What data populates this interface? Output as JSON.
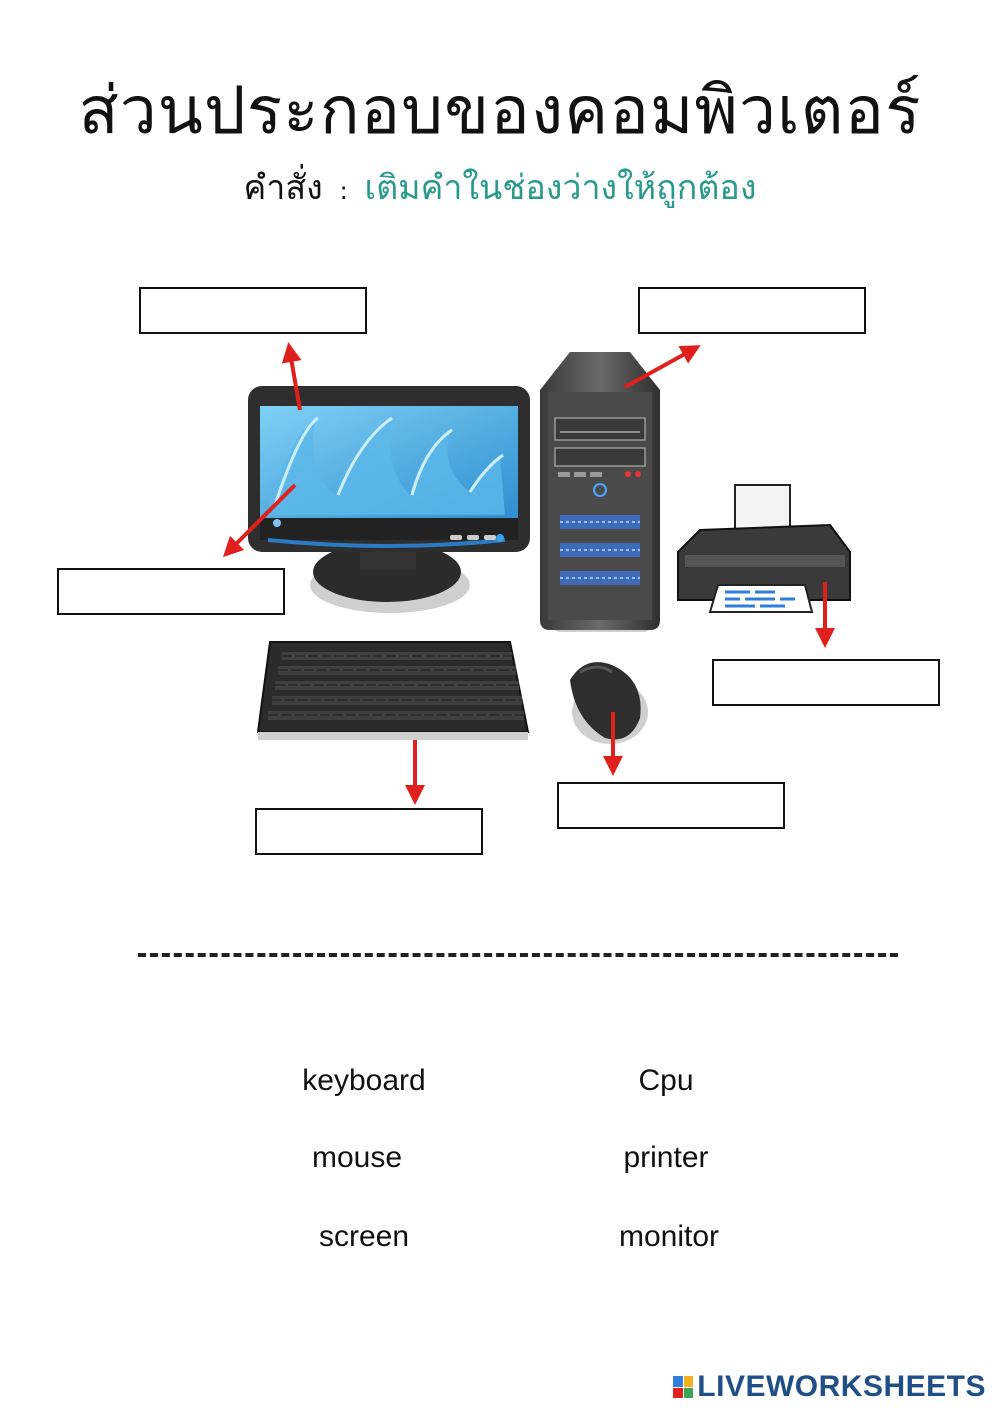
{
  "title": "ส่วนประกอบของคอมพิวเตอร์",
  "subtitle": {
    "label": "คำสั่ง",
    "colon": ":",
    "instruction": "เติมคำในช่องว่างให้ถูกต้อง"
  },
  "answer_blanks": [
    {
      "id": "monitor-frame",
      "value": ""
    },
    {
      "id": "cpu-case",
      "value": ""
    },
    {
      "id": "screen",
      "value": ""
    },
    {
      "id": "printer",
      "value": ""
    },
    {
      "id": "mouse",
      "value": ""
    },
    {
      "id": "keyboard",
      "value": ""
    }
  ],
  "word_bank": {
    "col1": [
      "keyboard",
      "mouse",
      "screen"
    ],
    "col2": [
      "Cpu",
      "printer",
      "monitor"
    ]
  },
  "colors": {
    "arrow": "#e0201d",
    "instruction": "#2a9a8c",
    "brand": "#1f4f86"
  },
  "brand": {
    "name": "LIVEWORKSHEETS",
    "icon": "liveworksheets-logo-icon"
  }
}
